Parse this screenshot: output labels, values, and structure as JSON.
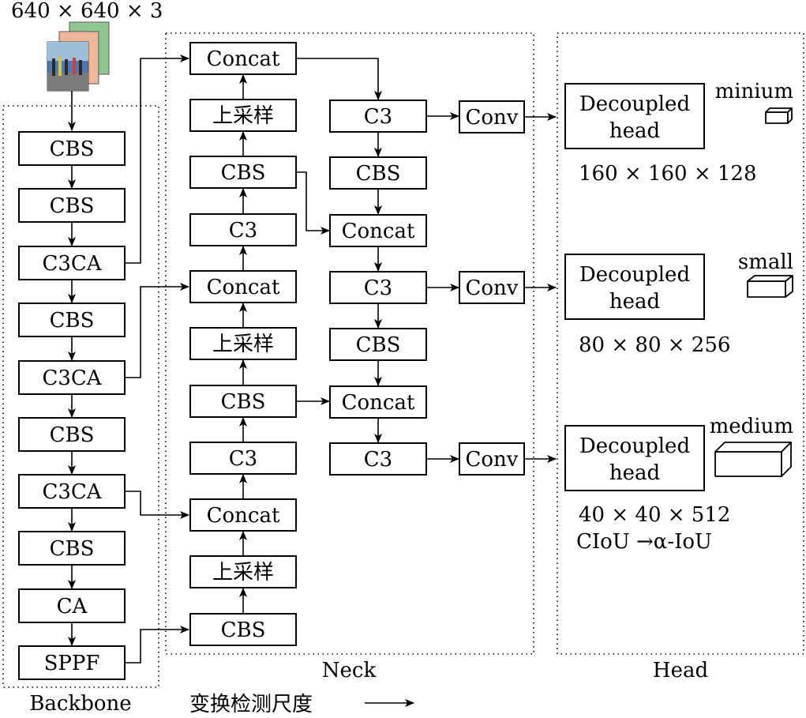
{
  "input": {
    "size_label": "640 × 640 × 3",
    "image_desc_icon": "input-image-stack-icon",
    "layer_colors": [
      "#8fc88f",
      "#f0b69a",
      "#4a7ab0"
    ]
  },
  "regions": {
    "backbone": "Backbone",
    "neck": "Neck",
    "head": "Head"
  },
  "backbone": {
    "blocks": [
      "CBS",
      "CBS",
      "C3CA",
      "CBS",
      "C3CA",
      "CBS",
      "C3CA",
      "CBS",
      "CA",
      "SPPF"
    ]
  },
  "neck": {
    "up_path": [
      "Concat",
      "上采样",
      "CBS",
      "C3",
      "Concat",
      "上采样",
      "CBS",
      "C3",
      "Concat",
      "上采样",
      "CBS"
    ],
    "down_path": [
      "C3",
      "CBS",
      "Concat",
      "C3",
      "CBS",
      "Concat",
      "C3"
    ],
    "conv": [
      "Conv",
      "Conv",
      "Conv"
    ]
  },
  "head": {
    "decoupled": [
      {
        "line1": "Decoupled",
        "line2": "head",
        "scale": "minium",
        "dims": "160 × 160 × 128"
      },
      {
        "line1": "Decoupled",
        "line2": "head",
        "scale": "small",
        "dims": "80 × 80 × 256"
      },
      {
        "line1": "Decoupled",
        "line2": "head",
        "scale": "medium",
        "dims": "40 × 40 × 512"
      }
    ],
    "loss_note": "CIoU →α-IoU"
  },
  "footer": {
    "scale_note": "变换检测尺度"
  }
}
